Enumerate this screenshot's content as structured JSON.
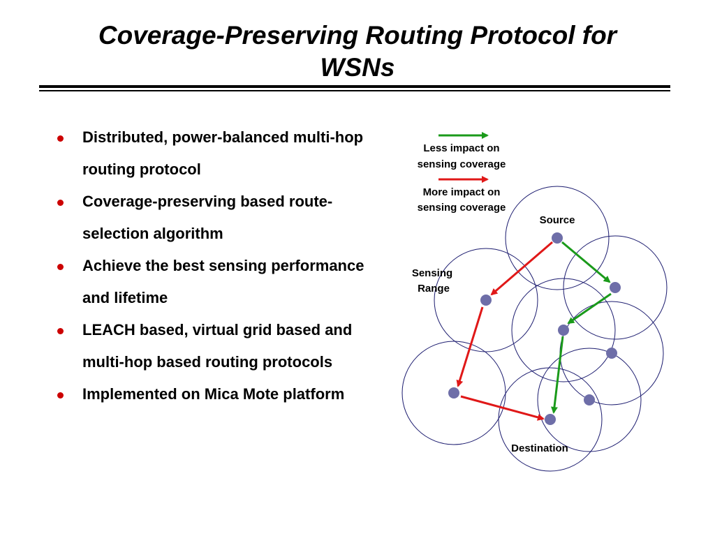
{
  "slide": {
    "title_line1": "Coverage-Preserving Routing Protocol for",
    "title_line2": "WSNs"
  },
  "bullets": [
    {
      "text": "Distributed, power-balanced multi-hop routing protocol"
    },
    {
      "text": "Coverage-preserving based route-selection algorithm"
    },
    {
      "text": "Achieve the best sensing performance and lifetime"
    },
    {
      "text": "LEACH based, virtual grid based and multi-hop based routing protocols"
    },
    {
      "text": "Implemented on Mica Mote platform"
    }
  ],
  "legend": {
    "green_line1": "Less impact on",
    "green_line2": "sensing coverage",
    "red_line1": "More impact on",
    "red_line2": "sensing coverage"
  },
  "diagram": {
    "source_label": "Source",
    "destination_label": "Destination",
    "sensing_line1": "Sensing",
    "sensing_line2": "Range"
  },
  "colors": {
    "bullet": "#cc0000",
    "green_route": "#1a9a1a",
    "red_route": "#e01818",
    "node": "#6e6ea8",
    "circle": "#1a1a6e"
  }
}
